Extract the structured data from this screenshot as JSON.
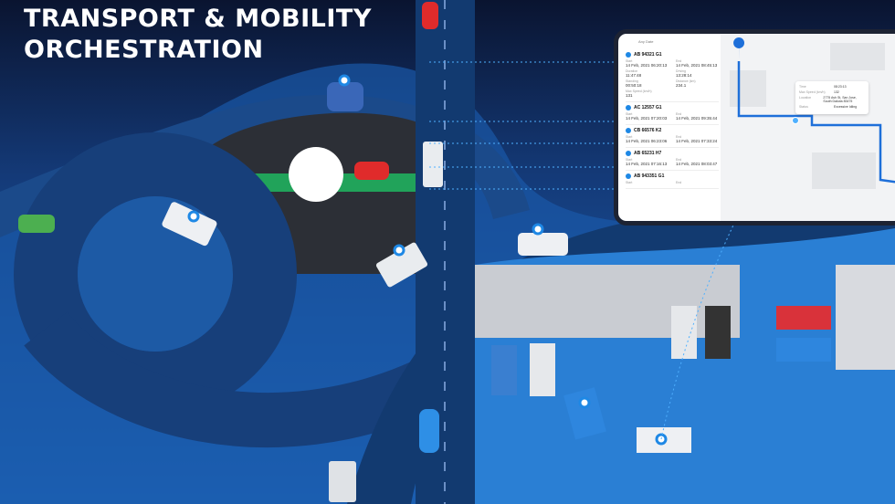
{
  "title": {
    "line1": "TRANSPORT & MOBILITY",
    "line2": "ORCHESTRATION"
  },
  "dashboard": {
    "day_select": "Any Date",
    "trips": [
      {
        "id": "AB 94321 G1",
        "start_label": "Start",
        "start": "14 Feb, 2021 06:20:13",
        "end_label": "End",
        "end": "14 Feb, 2021 08:45:13",
        "extra": [
          [
            "Duration",
            "11:47:48"
          ],
          [
            "Driving",
            "13:28:14"
          ],
          [
            "Standing",
            "00:50:18"
          ],
          [
            "Distance (km)",
            "234.1"
          ],
          [
            "Max Speed (km/h)",
            "131"
          ]
        ]
      },
      {
        "id": "AC 12557 G1",
        "start_label": "Start",
        "start": "14 Feb, 2021 07:20:03",
        "end_label": "End",
        "end": "14 Feb, 2021 09:35:44"
      },
      {
        "id": "CB 66576 K2",
        "start_label": "Start",
        "start": "14 Feb, 2021 06:23:06",
        "end_label": "End",
        "end": "14 Feb, 2021 07:33:24"
      },
      {
        "id": "AB 65231 H7",
        "start_label": "Start",
        "start": "14 Feb, 2021 07:16:13",
        "end_label": "End",
        "end": "14 Feb, 2021 08:03:47"
      },
      {
        "id": "AB 943351 G1",
        "start_label": "Start",
        "start": "",
        "end_label": "End",
        "end": ""
      }
    ],
    "info": [
      [
        "Time",
        "08:23:13"
      ],
      [
        "Max Speed (km/h)",
        "132"
      ],
      [
        "Location",
        "2775 Ash St, San Jose, South Dakota 83475"
      ],
      [
        "Status",
        "Excessive Idling"
      ]
    ]
  },
  "colors": {
    "navy": "#0a1430",
    "blue": "#1e5fb0",
    "road": "#16427a",
    "accent": "#1e88e5"
  }
}
